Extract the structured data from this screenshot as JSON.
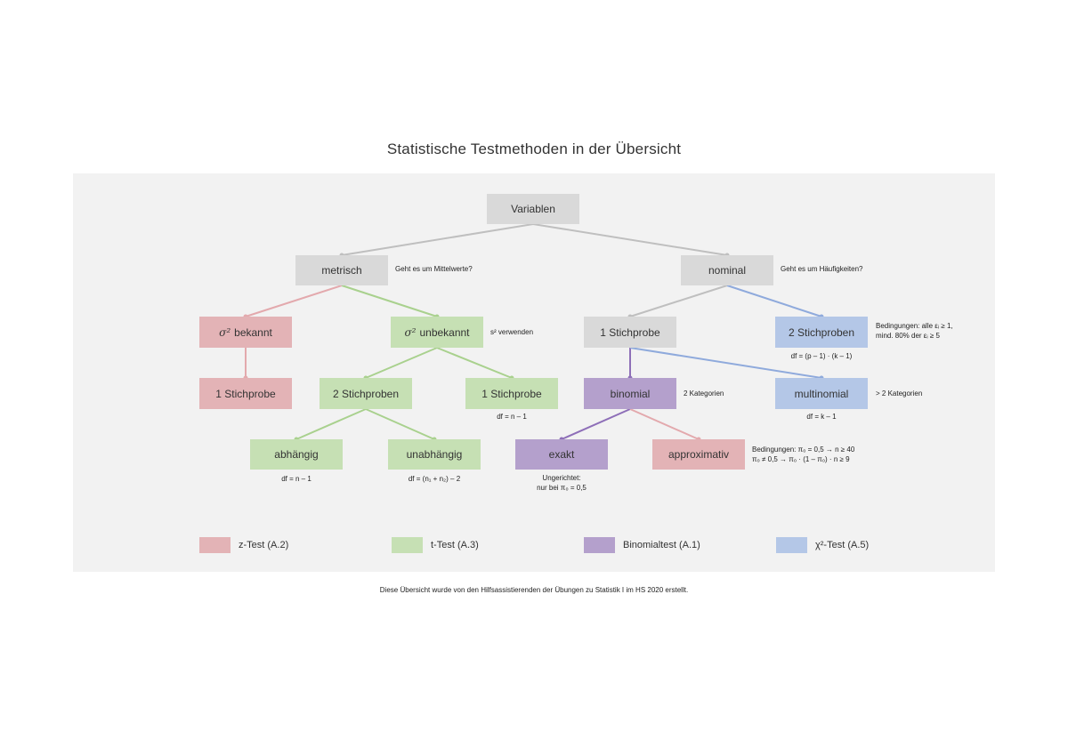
{
  "title": "Statistische Testmethoden in der Übersicht",
  "nodes": {
    "variablen": "Variablen",
    "metrisch": "metrisch",
    "nominal": "nominal",
    "sigma_bekannt": "bekannt",
    "sigma_unbekannt": "unbekannt",
    "sigma_symbol": "σ²",
    "stichprobe1_z": "1 Stichprobe",
    "stichproben2_t": "2 Stichproben",
    "stichprobe1_t": "1 Stichprobe",
    "abhaengig": "abhängig",
    "unabhaengig": "unabhängig",
    "stichprobe1_nom": "1 Stichprobe",
    "stichproben2_nom": "2 Stichproben",
    "binomial": "binomial",
    "multinomial": "multinomial",
    "exakt": "exakt",
    "approximativ": "approximativ"
  },
  "notes": {
    "mittelwerte": "Geht es um Mittelwerte?",
    "haeufigkeiten": "Geht es um Häufigkeiten?",
    "s2_verwenden": "s² verwenden",
    "bedingungen_2stp_1": "Bedingungen: alle εᵢ ≥ 1,",
    "bedingungen_2stp_2": "mind. 80% der εᵢ ≥ 5",
    "df_2stp": "df = (p – 1) · (k – 1)",
    "zwei_kategorien": "2 Kategorien",
    "mehr_kategorien": "> 2 Kategorien",
    "df_multinomial": "df = k – 1",
    "df_1stp_t": "df = n – 1",
    "df_abhaengig": "df = n – 1",
    "df_unabhaengig": "df = (n₁ + n₂) – 2",
    "ungerichtet_1": "Ungerichtet:",
    "ungerichtet_2": "nur bei π₀ = 0,5",
    "bedingungen_approx_1": "Bedingungen: π₀ = 0,5 → n ≥ 40",
    "bedingungen_approx_2": "π₀ ≠ 0,5 → π₀ · (1 – π₀) · n ≥ 9"
  },
  "legend": [
    {
      "label": "z-Test (A.2)",
      "color": "#e3b3b6"
    },
    {
      "label": "t-Test (A.3)",
      "color": "#c6e0b4"
    },
    {
      "label": "Binomialtest (A.1)",
      "color": "#b4a0cc"
    },
    {
      "label": "χ²-Test (A.5)",
      "color": "#b4c7e7"
    }
  ],
  "footer": "Diese Übersicht wurde von den Hilfsassistierenden der Übungen zu Statistik I im HS 2020 erstellt.",
  "colors": {
    "gray_edge": "#bfbfbf",
    "red_edge": "#e3a9ad",
    "green_edge": "#a9d18e",
    "purple_edge": "#8e6fb8",
    "blue_edge": "#8faadc"
  }
}
